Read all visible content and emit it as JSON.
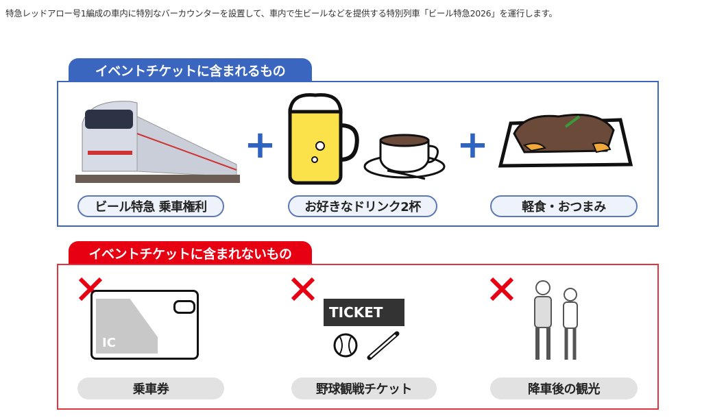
{
  "intro_text": "特急レッドアロー号1編成の車内に特別なバーカウンターを設置して、車内で生ビールなどを提供する特別列車「ビール特急2026」を運行します。",
  "included": {
    "title": "イベントチケットに含まれるもの",
    "color": "#3a66c0",
    "items": [
      {
        "label": "ビール特急 乗車権利"
      },
      {
        "label": "お好きなドリンク2杯"
      },
      {
        "label": "軽食・おつまみ"
      }
    ]
  },
  "excluded": {
    "title": "イベントチケットに含まれないもの",
    "color": "#e60012",
    "items": [
      {
        "label": "乗車券"
      },
      {
        "label": "野球観戦チケット"
      },
      {
        "label": "降車後の観光"
      }
    ],
    "ic_label": "IC",
    "ticket_label": "TICKET"
  }
}
